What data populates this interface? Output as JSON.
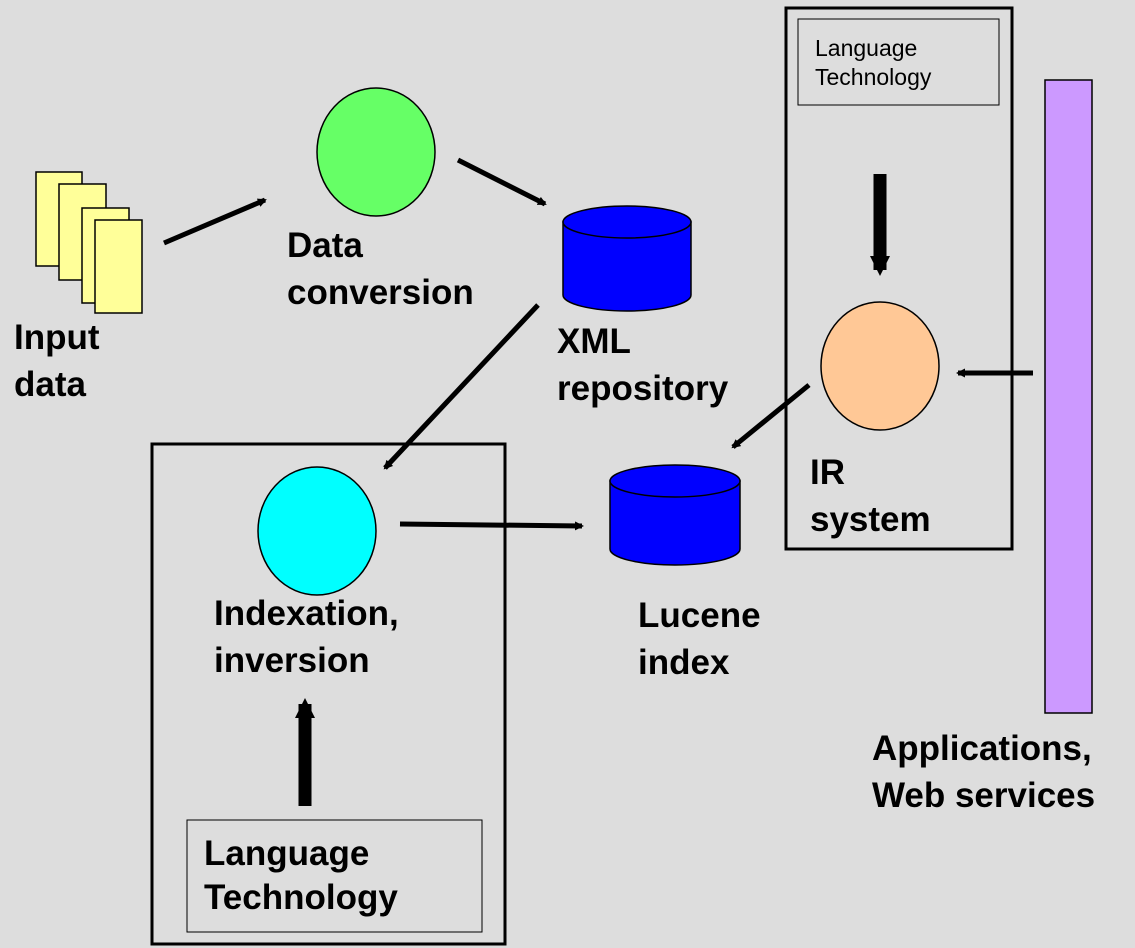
{
  "diagram": {
    "nodes": {
      "input_data": {
        "line1": "Input",
        "line2": "data",
        "color": "#ffff99"
      },
      "data_conversion": {
        "line1": "Data",
        "line2": "conversion",
        "color": "#66ff66"
      },
      "xml_repository": {
        "line1": "XML",
        "line2": "repository",
        "color": "#0000ff"
      },
      "indexation": {
        "line1": "Indexation,",
        "line2": "inversion",
        "color": "#00ffff"
      },
      "lucene_index": {
        "line1": "Lucene",
        "line2": "index",
        "color": "#0000ff"
      },
      "ir_system": {
        "line1": "IR",
        "line2": "system",
        "color": "#ffc896"
      },
      "applications": {
        "line1": "Applications,",
        "line2": "Web services",
        "color": "#cc99ff"
      }
    },
    "lang_tech_upper": {
      "line1": "Language",
      "line2": "Technology"
    },
    "lang_tech_lower": {
      "line1": "Language",
      "line2": "Technology"
    }
  }
}
